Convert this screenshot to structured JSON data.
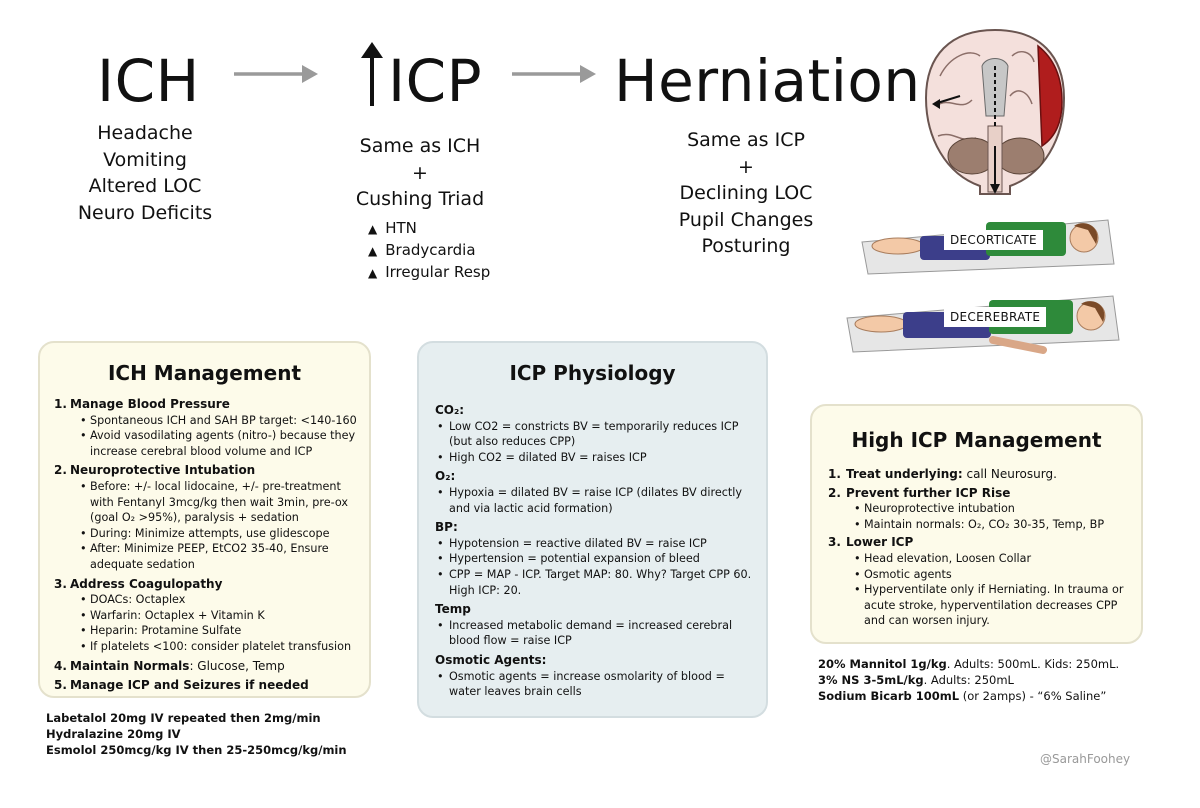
{
  "header": {
    "ich": "ICH",
    "icp": "ICP",
    "herniation": "Herniation"
  },
  "ich_symptoms": [
    "Headache",
    "Vomiting",
    "Altered LOC",
    "Neuro Deficits"
  ],
  "icp_symptoms": {
    "line1": "Same as ICH",
    "plus": "+",
    "line2": "Cushing Triad",
    "triad": [
      "HTN",
      "Bradycardia",
      "Irregular Resp"
    ]
  },
  "herniation_symptoms": {
    "line1": "Same as ICP",
    "plus": "+",
    "items": [
      "Declining LOC",
      "Pupil Changes",
      "Posturing"
    ]
  },
  "posturing": {
    "decorticate": "DECORTICATE",
    "decerebrate": "DECEREBRATE"
  },
  "ich_management": {
    "title": "ICH Management",
    "items": [
      {
        "num": "1.",
        "label": "Manage Blood Pressure",
        "subs": [
          "Spontaneous ICH and SAH BP target: <140-160",
          "Avoid vasodilating agents (nitro-) because they increase cerebral blood volume and ICP"
        ]
      },
      {
        "num": "2.",
        "label": "Neuroprotective Intubation",
        "subs": [
          "Before: +/- local lidocaine, +/- pre-treatment with Fentanyl 3mcg/kg then wait 3min, pre-ox (goal O₂ >95%), paralysis + sedation",
          "During: Minimize attempts, use glidescope",
          "After: Minimize PEEP, EtCO2 35-40, Ensure adequate sedation"
        ]
      },
      {
        "num": "3.",
        "label": "Address Coagulopathy",
        "subs": [
          "DOACs: Octaplex",
          "Warfarin: Octaplex + Vitamin K",
          "Heparin: Protamine Sulfate",
          "If platelets <100: consider platelet transfusion"
        ]
      },
      {
        "num": "4.",
        "label": "Maintain Normals",
        "extra": ": Glucose, Temp",
        "subs": []
      },
      {
        "num": "5.",
        "label": "Manage ICP and Seizures if needed",
        "subs": []
      }
    ]
  },
  "bp_drugs": [
    "Labetalol 20mg IV repeated then 2mg/min",
    "Hydralazine 20mg IV",
    "Esmolol 250mcg/kg IV then 25-250mcg/kg/min"
  ],
  "icp_physiology": {
    "title": "ICP Physiology",
    "sections": [
      {
        "heading": "CO₂:",
        "subs": [
          "Low CO2 = constricts BV = temporarily reduces ICP (but also reduces CPP)",
          "High CO2 = dilated BV = raises ICP"
        ]
      },
      {
        "heading": "O₂:",
        "subs": [
          "Hypoxia = dilated BV = raise ICP (dilates BV directly and via lactic acid formation)"
        ]
      },
      {
        "heading": "BP:",
        "subs": [
          "Hypotension = reactive dilated BV = raise ICP",
          "Hypertension = potential expansion of bleed",
          "CPP = MAP - ICP. Target MAP: 80. Why? Target CPP 60. High ICP: 20."
        ]
      },
      {
        "heading": "Temp",
        "subs": [
          "Increased metabolic demand = increased cerebral blood flow = raise ICP"
        ]
      },
      {
        "heading": "Osmotic Agents:",
        "subs": [
          "Osmotic agents = increase osmolarity of blood = water leaves brain cells"
        ]
      }
    ]
  },
  "high_icp": {
    "title": "High ICP Management",
    "items": [
      {
        "num": "1.",
        "label": "Treat underlying:",
        "extra": " call Neurosurg.",
        "subs": []
      },
      {
        "num": "2.",
        "label": "Prevent further ICP Rise",
        "subs": [
          "Neuroprotective intubation",
          "Maintain normals: O₂, CO₂ 30-35, Temp, BP"
        ]
      },
      {
        "num": "3.",
        "label": "Lower ICP",
        "subs": [
          "Head elevation, Loosen Collar",
          "Osmotic agents",
          "Hyperventilate only if Herniating. In trauma or acute stroke, hyperventilation decreases CPP and can worsen injury."
        ]
      }
    ]
  },
  "osmotic_doses": [
    {
      "bold": "20% Mannitol 1g/kg",
      "norm": ".  Adults: 500mL.  Kids: 250mL."
    },
    {
      "bold": "3% NS 3-5mL/kg",
      "norm": ".  Adults: 250mL"
    },
    {
      "bold": "Sodium Bicarb 100mL",
      "norm": " (or 2amps) - “6% Saline”"
    }
  ],
  "credit": "@SarahFoohey",
  "colors": {
    "cream_panel": "#fdfbea",
    "blue_panel": "#e6eef0",
    "bleed_red": "#b01d1d",
    "gown_green": "#2e8a3a"
  }
}
